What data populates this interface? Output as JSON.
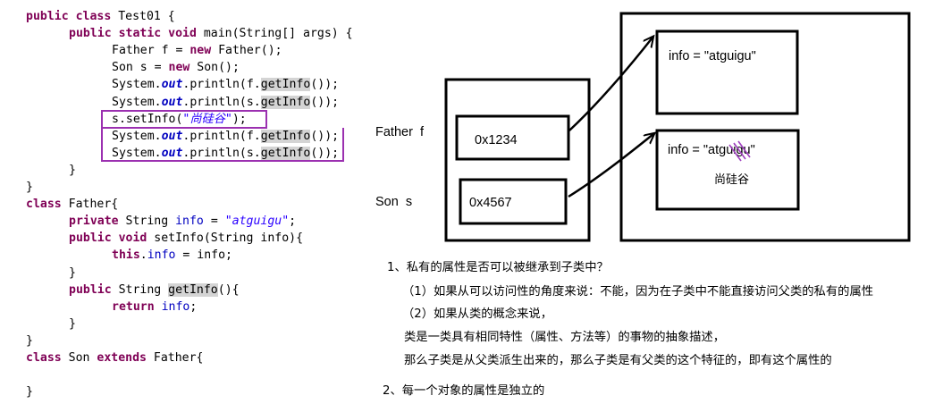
{
  "code": {
    "lines": [
      {
        "indent": 0,
        "parts": [
          [
            "kw",
            "public class"
          ],
          [
            "t",
            " Test01 {"
          ]
        ]
      },
      {
        "indent": 1,
        "parts": [
          [
            "kw",
            "public static void"
          ],
          [
            "t",
            " main(String[] args) {"
          ]
        ]
      },
      {
        "indent": 2,
        "parts": [
          [
            "t",
            "Father f = "
          ],
          [
            "kw",
            "new"
          ],
          [
            "t",
            " Father();"
          ]
        ]
      },
      {
        "indent": 2,
        "parts": [
          [
            "t",
            "Son s = "
          ],
          [
            "kw",
            "new"
          ],
          [
            "t",
            " Son();"
          ]
        ]
      },
      {
        "indent": 2,
        "parts": [
          [
            "t",
            "System."
          ],
          [
            "sfld",
            "out"
          ],
          [
            "t",
            ".println(f."
          ],
          [
            "hl",
            "getInfo"
          ],
          [
            "t",
            "());"
          ]
        ]
      },
      {
        "indent": 2,
        "parts": [
          [
            "t",
            "System."
          ],
          [
            "sfld",
            "out"
          ],
          [
            "t",
            ".println(s."
          ],
          [
            "hl",
            "getInfo"
          ],
          [
            "t",
            "());"
          ]
        ]
      },
      {
        "indent": 2,
        "parts": [
          [
            "t",
            "s.setInfo("
          ],
          [
            "str",
            "\"尚硅谷\""
          ],
          [
            "t",
            ");"
          ]
        ]
      },
      {
        "indent": 2,
        "parts": [
          [
            "t",
            "System."
          ],
          [
            "sfld",
            "out"
          ],
          [
            "t",
            ".println(f."
          ],
          [
            "hl",
            "getInfo"
          ],
          [
            "t",
            "());"
          ]
        ]
      },
      {
        "indent": 2,
        "parts": [
          [
            "t",
            "System."
          ],
          [
            "sfld",
            "out"
          ],
          [
            "t",
            ".println(s."
          ],
          [
            "hl",
            "getInfo"
          ],
          [
            "t",
            "());"
          ]
        ]
      },
      {
        "indent": 1,
        "parts": [
          [
            "t",
            "}"
          ]
        ]
      },
      {
        "indent": 0,
        "parts": [
          [
            "t",
            "}"
          ]
        ]
      },
      {
        "indent": 0,
        "parts": [
          [
            "kw",
            "class"
          ],
          [
            "t",
            " Father{"
          ]
        ]
      },
      {
        "indent": 1,
        "parts": [
          [
            "kw",
            "private"
          ],
          [
            "t",
            " String "
          ],
          [
            "fld",
            "info"
          ],
          [
            "t",
            " = "
          ],
          [
            "str",
            "\"atguigu\""
          ],
          [
            "t",
            ";"
          ]
        ]
      },
      {
        "indent": 1,
        "parts": [
          [
            "kw",
            "public void"
          ],
          [
            "t",
            " setInfo(String info){"
          ]
        ]
      },
      {
        "indent": 2,
        "parts": [
          [
            "kw",
            "this"
          ],
          [
            "t",
            "."
          ],
          [
            "fld",
            "info"
          ],
          [
            "t",
            " = info;"
          ]
        ]
      },
      {
        "indent": 1,
        "parts": [
          [
            "t",
            "}"
          ]
        ]
      },
      {
        "indent": 1,
        "parts": [
          [
            "kw",
            "public"
          ],
          [
            "t",
            " String "
          ],
          [
            "hl",
            "getInfo"
          ],
          [
            "t",
            "(){"
          ]
        ]
      },
      {
        "indent": 2,
        "parts": [
          [
            "kw",
            "return"
          ],
          [
            "t",
            " "
          ],
          [
            "fld",
            "info"
          ],
          [
            "t",
            ";"
          ]
        ]
      },
      {
        "indent": 1,
        "parts": [
          [
            "t",
            "}"
          ]
        ]
      },
      {
        "indent": 0,
        "parts": [
          [
            "t",
            "}"
          ]
        ]
      },
      {
        "indent": 0,
        "parts": [
          [
            "kw",
            "class"
          ],
          [
            "t",
            " Son "
          ],
          [
            "kw",
            "extends"
          ],
          [
            "t",
            " Father{"
          ]
        ]
      },
      {
        "indent": 0,
        "parts": [
          [
            "t",
            ""
          ]
        ]
      },
      {
        "indent": 0,
        "parts": [
          [
            "t",
            "}"
          ]
        ]
      }
    ]
  },
  "diagram": {
    "father_label": "Father  f",
    "son_label": "Son  s",
    "father_addr": "0x1234",
    "son_addr": "0x4567",
    "father_obj_text": "info = \"atguigu\"",
    "son_obj_text": "info = \"atguigu\"",
    "son_new_value": "尚硅谷",
    "strike_color": "#a040c0",
    "new_value_color": "#a040c0",
    "highlight_box_color": "#9b30b0"
  },
  "notes": {
    "q1": "1、私有的属性是否可以被继承到子类中？",
    "a1": "（1）如果从可以访问性的角度来说：不能，因为在子类中不能直接访问父类的私有的属性",
    "a2": "（2）如果从类的概念来说，",
    "a3": "类是一类具有相同特性（属性、方法等）的事物的抽象描述，",
    "a4": "那么子类是从父类派生出来的，那么子类是有父类的这个特征的，即有这个属性的",
    "q2": "2、每一个对象的属性是独立的"
  }
}
